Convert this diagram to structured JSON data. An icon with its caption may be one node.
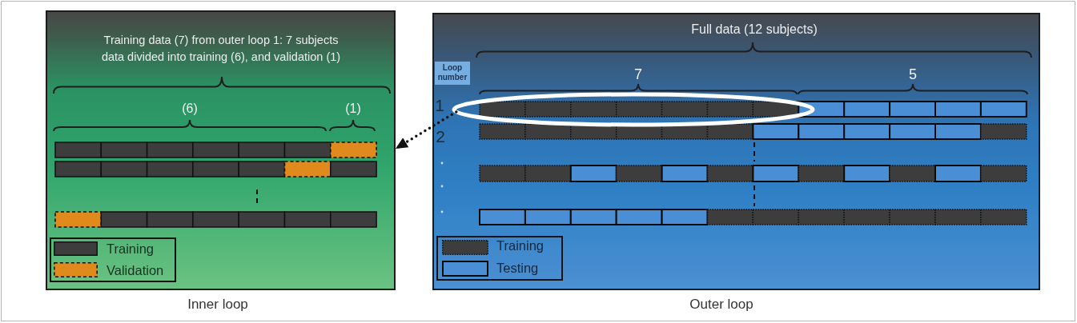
{
  "diagram": {
    "nodes": [
      {
        "text": [
          "Training data (7) from outer loop 1: 7 subjects data divided into training (6), and validation (1)"
        ],
        "beside": [
          "Inner loop"
        ]
      },
      {
        "text": [
          "Full data (12 subjects)"
        ],
        "beside": [
          "Outer loop"
        ]
      },
      {
        "text": [
          "Loop number"
        ],
        "in": 1
      },
      {
        "text": [],
        "shape": "ellipse",
        "in": 1
      }
    ],
    "edges": [
      {
        "from": 3,
        "to": 0,
        "arrow": "to",
        "style": "dashed"
      }
    ],
    "labels": [
      "(6)",
      "(1)",
      "7",
      "5",
      "1",
      "2"
    ],
    "legend": [
      {
        "text": "Training",
        "color": "#3d3d3d"
      },
      {
        "text": "Validation",
        "color": "#e08a1e"
      },
      {
        "text": "Training",
        "color": "#3d3d3d"
      },
      {
        "text": "Testing",
        "color": "#4a8fd6"
      }
    ]
  }
}
